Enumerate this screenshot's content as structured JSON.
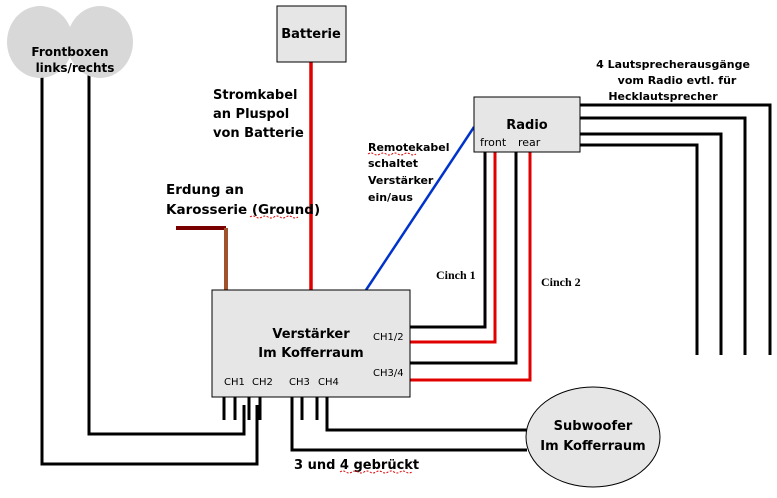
{
  "speakers_front": {
    "label_line1": "Frontboxen",
    "label_line2": "links/rechts"
  },
  "battery": {
    "label": "Batterie"
  },
  "power_cable": {
    "line1": "Stromkabel",
    "line2": "an  Pluspol",
    "line3": "von Batterie"
  },
  "ground": {
    "line1": "Erdung an",
    "line2": "Karosserie (Ground)"
  },
  "remote": {
    "line1": "Remotekabel",
    "line2": "schaltet",
    "line3": "Verstärker",
    "line4": "ein/aus"
  },
  "radio": {
    "title": "Radio",
    "front": "front",
    "rear": "rear"
  },
  "rear_outputs": {
    "line1": "4 Lautsprecherausgänge",
    "line2": "vom Radio evtl. für",
    "line3": "Hecklautsprecher"
  },
  "cinch": {
    "c1": "Cinch 1",
    "c2": "Cinch 2"
  },
  "amplifier": {
    "line1": "Verstärker",
    "line2": "Im Kofferraum",
    "ch12": "CH1/2",
    "ch34": "CH3/4",
    "ch1": "CH1",
    "ch2": "CH2",
    "ch3": "CH3",
    "ch4": "CH4"
  },
  "subwoofer": {
    "line1": "Subwoofer",
    "line2": "Im Kofferraum"
  },
  "bridged": {
    "label": "3 und 4 gebrückt"
  },
  "colors": {
    "power": "#e00000",
    "remote": "#0033cc",
    "ground_dark": "#7a0000",
    "ground_brown": "#a0522d",
    "wire": "#000000"
  }
}
